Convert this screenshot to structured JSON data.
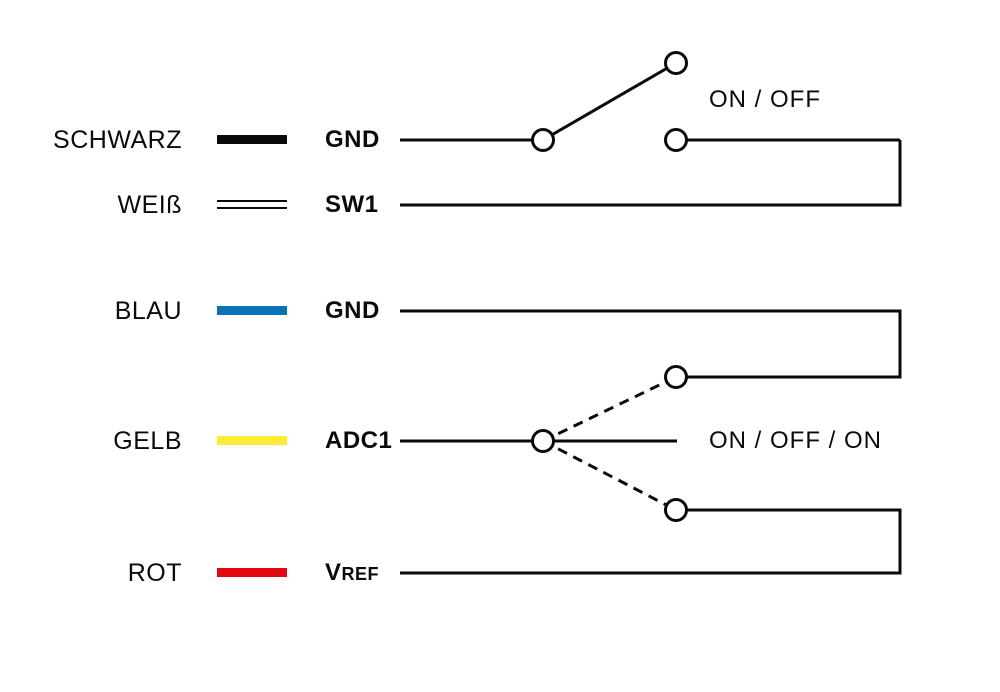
{
  "diagram": {
    "type": "wiring-switch-schematic",
    "rows": [
      {
        "wire": "SCHWARZ",
        "signal": "GND",
        "swatch": "black"
      },
      {
        "wire": "WEIß",
        "signal": "SW1",
        "swatch": "white"
      },
      {
        "wire": "BLAU",
        "signal": "GND",
        "swatch": "blue"
      },
      {
        "wire": "GELB",
        "signal": "ADC1",
        "swatch": "yellow"
      },
      {
        "wire": "ROT",
        "signal_main": "V",
        "signal_sub": "REF",
        "swatch": "red"
      }
    ],
    "switches": [
      {
        "label": "ON / OFF",
        "kind": "SPST toggle, shown open"
      },
      {
        "label": "ON / OFF / ON",
        "kind": "SPDT toggle, shown center-off with dashed throw positions"
      }
    ],
    "connections": [
      "SCHWARZ GND lead -> SPST common terminal; SPST output terminal -> right rail -> WEIß SW1 lead",
      "BLAU GND lead -> right rail -> SPDT upper throw terminal",
      "GELB ADC1 lead -> SPDT common terminal (lever centered)",
      "SPDT lower throw terminal -> right rail -> ROT VREF lead"
    ],
    "colors": {
      "line": "#0a0a0a",
      "black": "#0a0a0a",
      "white": "#ffffff",
      "blue": "#0a73b8",
      "yellow": "#ffec38",
      "red": "#e30613"
    }
  }
}
